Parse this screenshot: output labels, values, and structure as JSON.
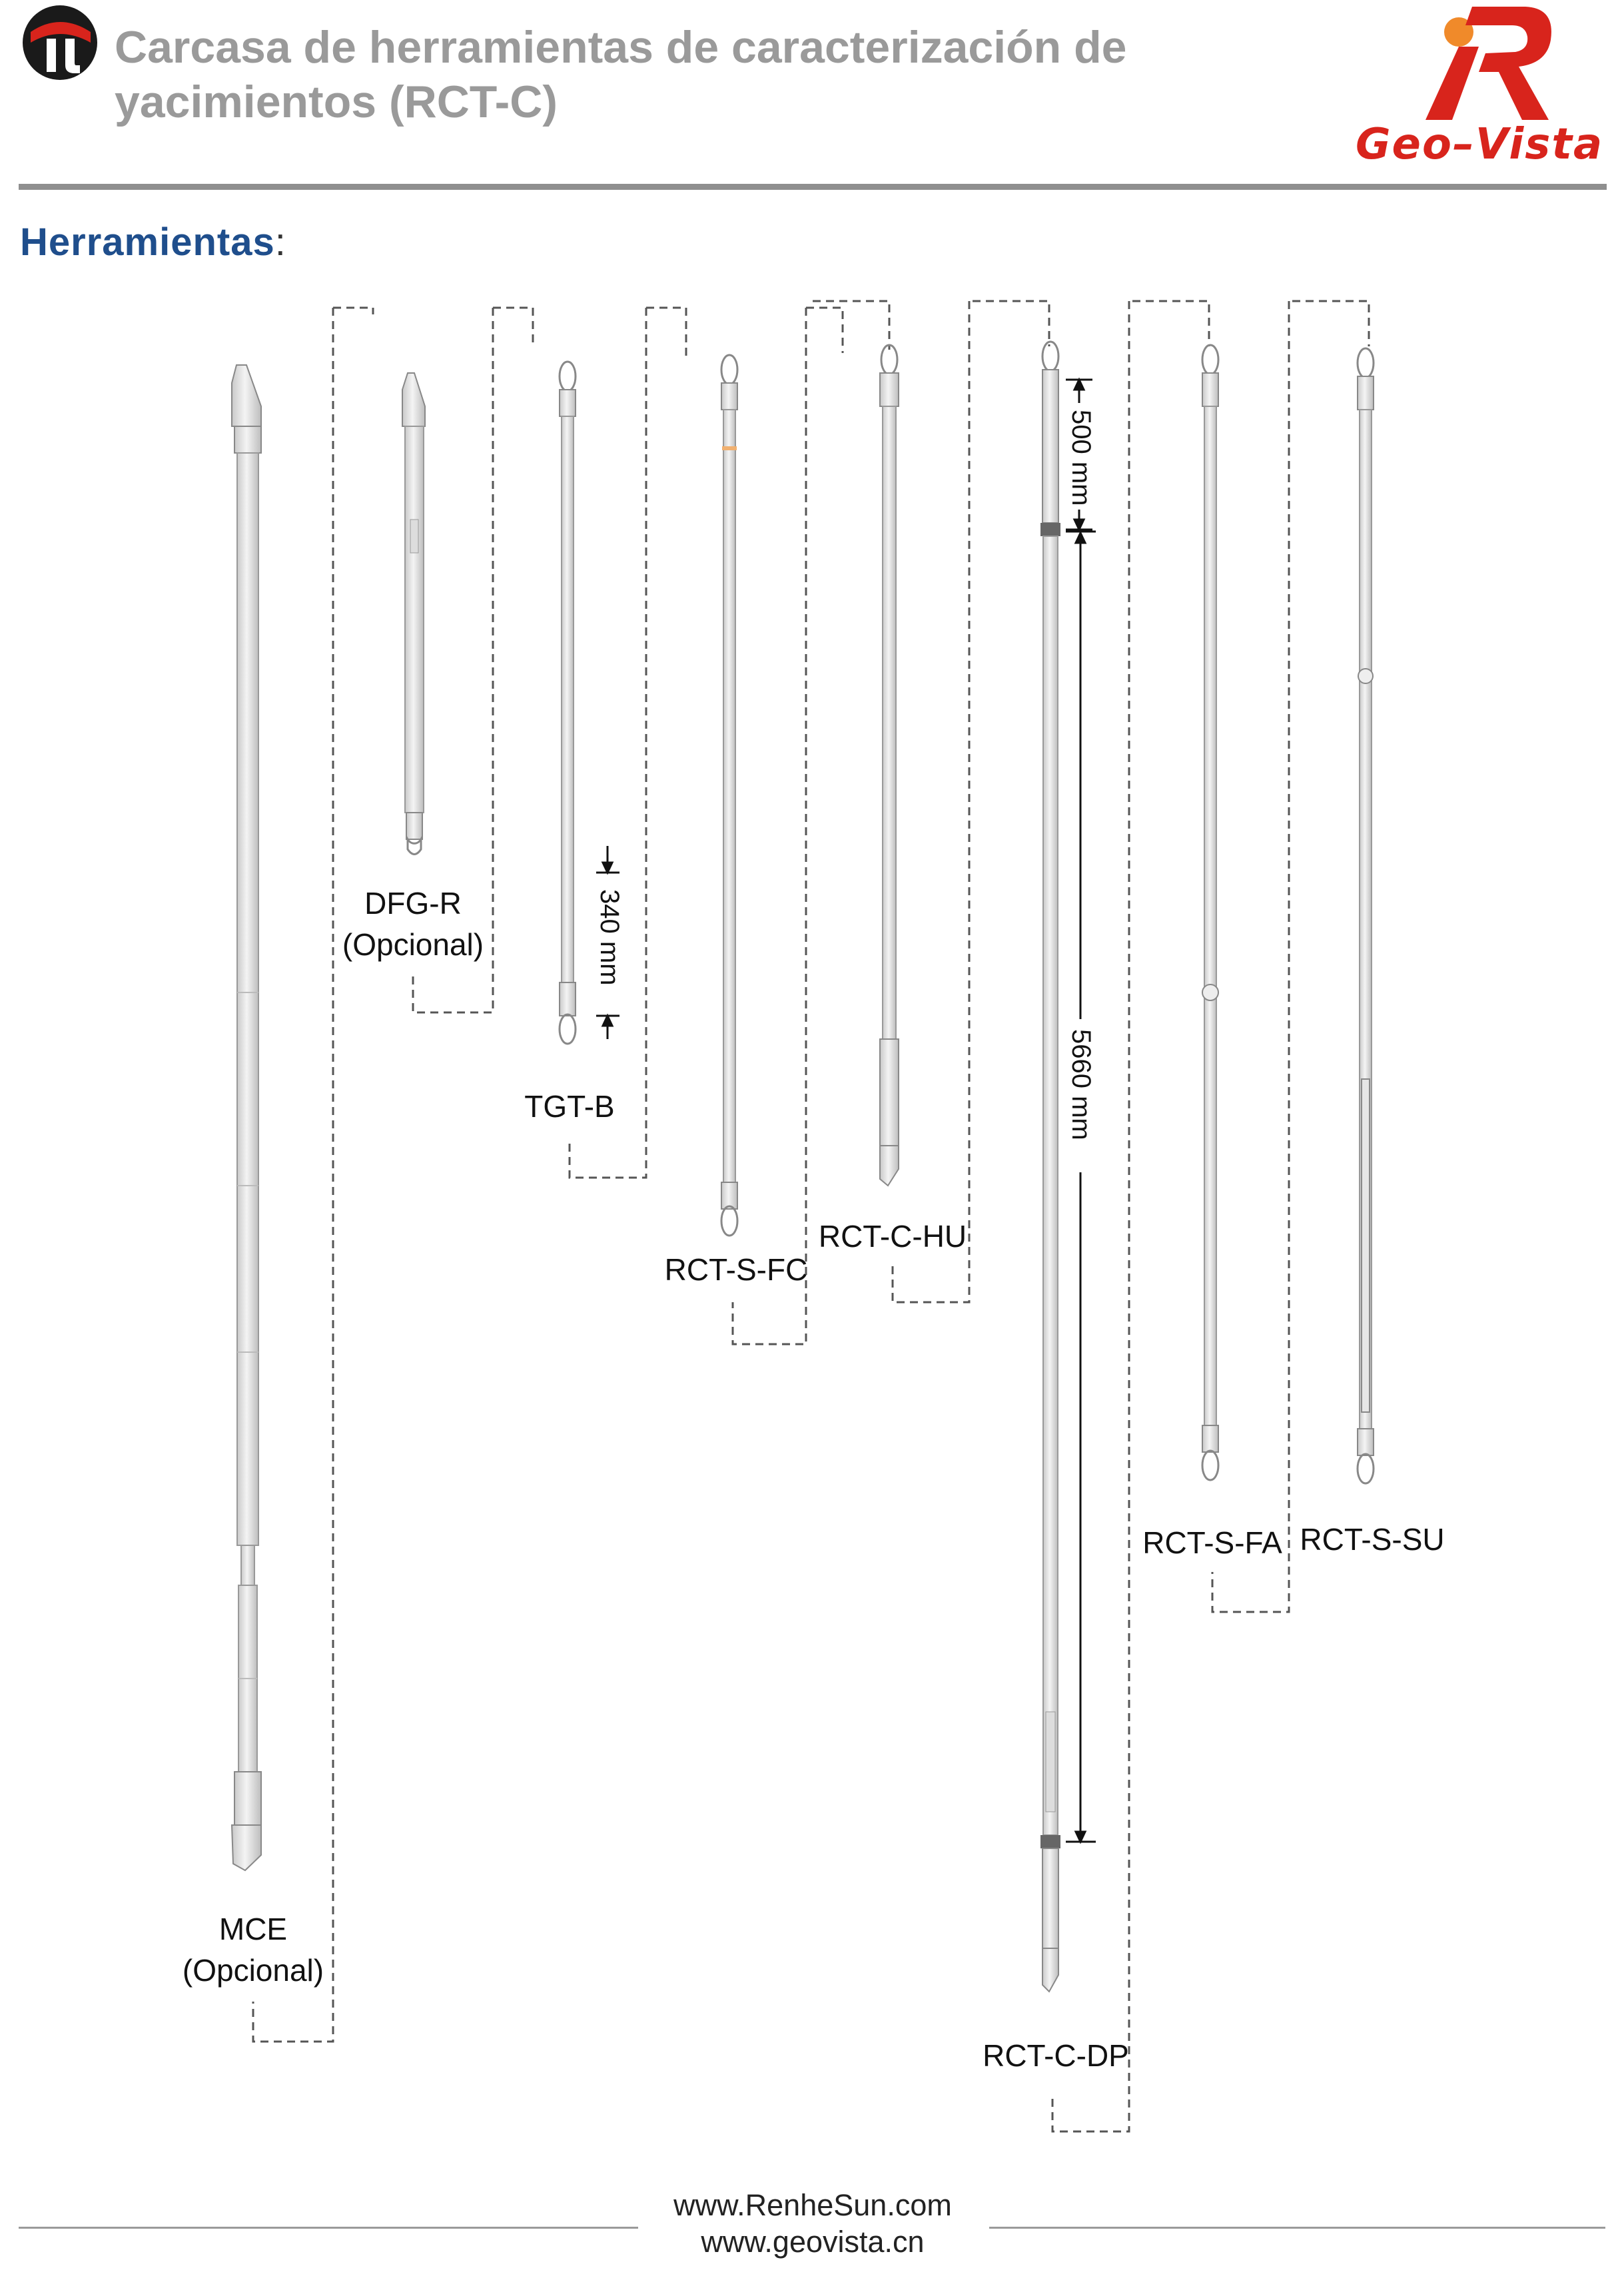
{
  "header": {
    "title": "Carcasa de herramientas de caracterización de yacimientos (RCT-C)",
    "left_logo_icon": "renhesun-logo-icon",
    "right_logo_icon": "geovista-r-logo-icon",
    "right_logo_text": "Geo–Vista"
  },
  "section": {
    "title": "Herramientas",
    "colon": ":"
  },
  "tools": [
    {
      "id": "mce",
      "line1": "MCE",
      "line2": "(Opcional)"
    },
    {
      "id": "dfg-r",
      "line1": "DFG-R",
      "line2": "(Opcional)"
    },
    {
      "id": "tgt-b",
      "line1": "TGT-B"
    },
    {
      "id": "rct-s-fc",
      "line1": "RCT-S-FC"
    },
    {
      "id": "rct-c-hu",
      "line1": "RCT-C-HU"
    },
    {
      "id": "rct-c-dp",
      "line1": "RCT-C-DP"
    },
    {
      "id": "rct-s-fa",
      "line1": "RCT-S-FA"
    },
    {
      "id": "rct-s-su",
      "line1": "RCT-S-SU"
    }
  ],
  "dimensions": {
    "tgt_b_segment": "340 mm",
    "rct_c_dp_top_segment": "500 mm",
    "rct_c_dp_span": "5660 mm"
  },
  "footer": {
    "url1": "www.RenheSun.com",
    "url2": "www.geovista.cn"
  },
  "colors": {
    "title_gray": "#9a9a9a",
    "section_blue": "#1f4e8c",
    "brand_red": "#d8241c",
    "brand_orange": "#f08a2a"
  }
}
